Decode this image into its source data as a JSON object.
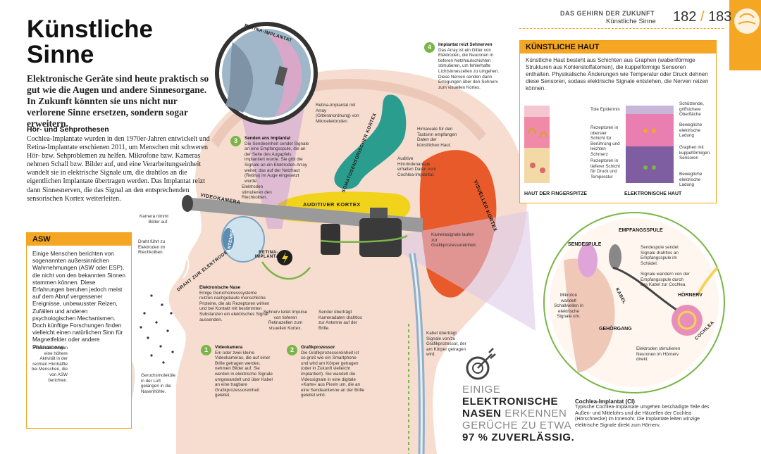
{
  "header": {
    "section": "DAS GEHIRN DER ZUKUNFT",
    "subsection": "Künstliche Sinne",
    "page_left": "182",
    "page_sep": "/",
    "page_right": "183"
  },
  "title": {
    "line1": "Künstliche",
    "line2": "Sinne"
  },
  "intro": "Elektronische Geräte sind heute praktisch so gut wie die Augen und andere Sinnesorgane. In Zukunft könnten sie uns nicht nur verlorene Sinne ersetzen, sondern sogar erweitern.",
  "prosthetics": {
    "heading": "Hör- und Sehprothesen",
    "text": "Cochlea-Implantate wurden in den 1970er-Jahren entwickelt und Retina-Implantate erschienen 2011, um Menschen mit schweren Hör- bzw. Sehproblemen zu helfen. Mikrofone bzw. Kameras nehmen Schall bzw. Bilder auf, und eine Verarbeitungseinheit wandelt sie in elektrische Signale um, die drahtlos an die eigentlichen Implantate übertragen werden. Das Implantat reizt dann Sinnesnerven, die das Signal an den entsprechenden sensorischen Kortex weiterleiten."
  },
  "asw": {
    "heading": "ASW",
    "text": "Einige Menschen berichten von sogenannten außersinnlichen Wahrnehmungen (ASW oder ESP), die nicht von den bekannten Sinnen stammen können. Diese Erfahrungen beruhen jedoch meist auf dem Abruf vergessener Ereignisse, unbewusster Reizen, Zufällen und anderen psychologischen Mechanismen. Doch künftige Forschungen finden vielleicht einen natürlichen Sinn für Magnetfelder oder andere Phänomene.",
    "scan_caption": "Hirnscans zeigen eine höhere Aktivität in der rechten Hirnhälfte bei Menschen, die von ASW berichten."
  },
  "skin": {
    "heading": "KÜNSTLICHE HAUT",
    "text": "Künstliche Haut besteht aus Schichten aus Graphen (wabenförmige Strukturen aus Kohlenstoffatomen), die kuppelförmige Sensoren enthalten. Physikalische Änderungen wie Temperatur oder Druck dehnen diese Sensoren, sodass elektrische Signale entstehen, die Nerven reizen können.",
    "left_labels": [
      "Tote Epidermis",
      "Rezeptoren in oberster Schicht für Berührung und leichten Schmerz",
      "Rezeptoren in tieferer Schicht für Druck und Temperatur"
    ],
    "right_labels": [
      "Schützende, griffsichere Oberfläche",
      "Bewegliche elektrische Ladung",
      "Graphen mit kuppelförmigen Sensoren",
      "Bewegliche elektrische Ladung"
    ],
    "left_caption": "HAUT DER FINGERSPITZE",
    "right_caption": "ELEKTRONISCHE HAUT"
  },
  "steps": [
    {
      "num": "1",
      "title": "Videokamera",
      "text": "Ein oder zwei kleine Videokameras, die auf einer Brille getragen werden, nehmen Bilder auf. Sie werden in elektrische Signale umgewandelt und über Kabel an eine tragbare Grafikprozessoreinheit geleitet."
    },
    {
      "num": "2",
      "title": "Grafikprozessor",
      "text": "Die Grafikprozessoreinheit ist so groß wie ein Smartphone und wird am Körper getragen (oder in Zukunft vielleicht implantiert). Sie wandelt die Videosignale in eine digitale »Karte« aus Pixeln um, die an eine Sendeantenne an der Brille geleitet wird."
    },
    {
      "num": "3",
      "title": "Senden ans Implantat",
      "text": "Die Sendeeinheit sendet Signale an eine Empfangsspule, die an der Seite des Augapfels implantiert wurde. Sie gibt die Signale an ein Elektroden-Array weiter, das auf der Netzhaut (Retina) im Auge eingesetzt wurde."
    },
    {
      "num": "4",
      "title": "Implantat reizt Sehnerven",
      "text": "Das Array ist ein Gitter von Elektroden, die Neuronen in tieferen Netzhautschichten stimulieren, um fehlerhafte Lichtsinneszellen zu umgehen. Diese Nerven senden dann Erregungen über den Sehnerv zum visuellen Kortex."
    }
  ],
  "nose": {
    "title": "Elektronische Nase",
    "text": "Einige Geruchsmesssysteme nutzen nachgebaute menschliche Proteine, die als Rezeptoren wirken und bei Kontakt mit bestimmten Substanzen ein elektrisches Signal aussenden."
  },
  "labels": {
    "retina_implant": "RETINA-IMPLANTAT",
    "retina_array": "Retina-Implantat mit Array (Gitteranordnung) von Mikroelektroden",
    "electrodes_bulb": "Elektroden stimulieren den Riechkolben.",
    "camera_glasses": "Kamera nimmt Bilder auf.",
    "wire_electrodes": "Draht führt zu Elektroden im Riechkolben.",
    "molecules": "Geruchsmoleküle in der Luft gelangen in die Nasenhöhle.",
    "somato_areas": "Hirnareale für den Tastsinn empfangen Daten der künstlichen Haut.",
    "auditory_areas": "Auditive Hirnrindenareale erhalten Daten vom Cochlea-Implantat.",
    "camera_signals": "Kamerasignale laufen zur Grafikprozessoreinheit.",
    "optic_nerve": "Sehnerv leitet Impulse von tieferen Retinazellen zum visuellen Kortex.",
    "sender": "Sender überträgt Kameradaten drahtlos zur Antenne auf der Brille.",
    "cable": "Kabel überträgt Signale von/zu Grafikprozessor, der am Körper getragen wird.",
    "somato_cortex": "SOMATOSENSORISCHER KORTEX",
    "auditory_cortex": "AUDITIVER KORTEX",
    "visual_cortex": "VISUELLER KORTEX",
    "videocamera": "VIDEOKAMERA",
    "antenna": "ANTENNE",
    "retina_small": "RETINA-IMPLANTAT",
    "wire_to_electrode": "DRAHT ZUR ELEKTRODE"
  },
  "ear": {
    "empfangsspule": "EMPFANGSSPULE",
    "sendespule": "SENDESPULE",
    "kabel": "KABEL",
    "hoernerv": "HÖRNERV",
    "gehoergang": "GEHÖRGANG",
    "cochlea": "COCHLEA",
    "send_desc": "Sendespule sendet Signale drahtlos an Empfangsspule im Schädel.",
    "wander_desc": "Signale wandern von der Empfangsspule durch das Kabel zur Cochlea.",
    "mic_desc": "Mikrofon wandelt Schallwellen in elektrische Signale um.",
    "electrode_desc": "Elektroden stimulieren Neuronen im Hörnerv direkt."
  },
  "quote": {
    "l1a": "EINIGE ",
    "l1b": "ELEKTRONISCHE",
    "l2a": "NASEN ",
    "l2b": "ERKENNEN",
    "l3": "GERÜCHE ZU ETWA",
    "l4": "97 % ZUVERLÄSSIG."
  },
  "cochlea_implant": {
    "title": "Cochlea-Implantat (CI)",
    "text": "Typische Cochlea-Implantate umgehen beschädigte Teile des Außen- und Mittelohrs und die Härzellen der Cochlea (Hörschnecke) im Innenohr. Die Implantate leiten winzige elektrische Signale direkt zum Hörnerv."
  },
  "colors": {
    "accent": "#f5a623",
    "green": "#7ab547",
    "head": "#f6ddd0",
    "visual": "#e85a2a",
    "somato": "#2a9d8f",
    "auditory": "#f2d31b"
  }
}
